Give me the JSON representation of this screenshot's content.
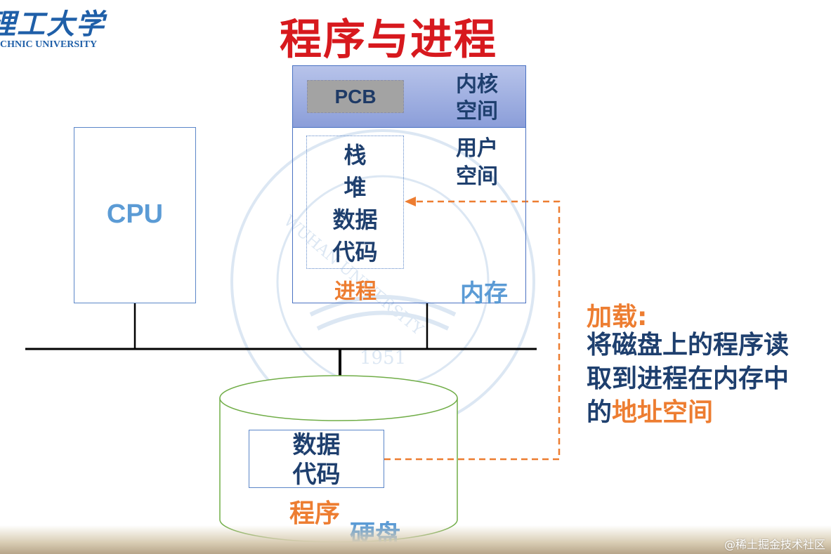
{
  "logo": {
    "cn": "理工大学",
    "en": "CHNIC UNIVERSITY"
  },
  "title": "程序与进程",
  "cpu": {
    "label": "CPU"
  },
  "memory": {
    "pcb": "PCB",
    "kernel_space": [
      "内核",
      "空间"
    ],
    "user_space": [
      "用户",
      "空间"
    ],
    "process_segments": [
      "栈",
      "堆",
      "数据",
      "代码"
    ],
    "process_label": "进程",
    "memory_label": "内存"
  },
  "disk": {
    "segments": [
      "数据",
      "代码"
    ],
    "program_label": "程序",
    "disk_label": "硬盘"
  },
  "note": {
    "title": "加载:",
    "line1": "将磁盘上的程序读",
    "line2": "取到进程在内存中",
    "line3_prefix": "的",
    "line3_highlight": "地址空间"
  },
  "watermark": {
    "text_en": "WUHAN UNIVERSITY",
    "year": "1951"
  },
  "credit": "@稀土掘金技术社区",
  "colors": {
    "title": "#d7191e",
    "accent_orange": "#ed7d31",
    "dark_blue": "#1e3f6e",
    "light_blue": "#5b9bd5"
  }
}
